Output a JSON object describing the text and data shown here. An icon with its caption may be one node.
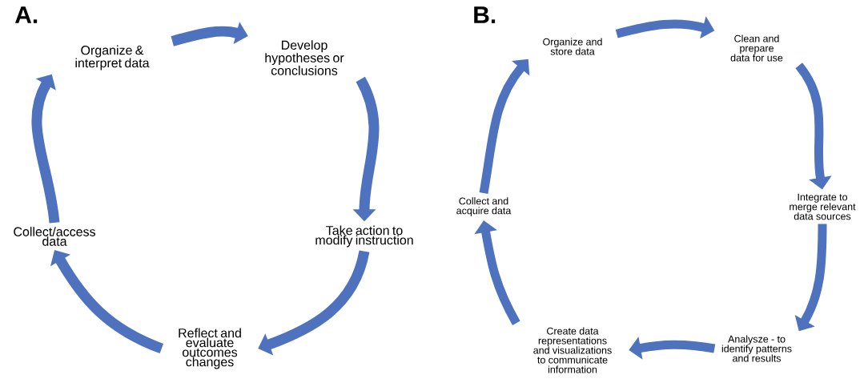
{
  "diagram": {
    "nodes": [
      {
        "text": [
          "Organize & interpret data"
        ]
      },
      {
        "text": [
          "Develop hypotheses or conclusions"
        ]
      },
      {
        "text": [
          "Take action to modify instruction"
        ]
      },
      {
        "text": [
          "Reflect and evaluate outcomes changes"
        ]
      },
      {
        "text": [
          "Collect/access data"
        ]
      },
      {
        "text": [
          "Organize and store data"
        ]
      },
      {
        "text": [
          "Clean and prepare data for use"
        ]
      },
      {
        "text": [
          "Integrate to merge relevant data sources"
        ]
      },
      {
        "text": [
          "Analysze - to identify patterns and results"
        ]
      },
      {
        "text": [
          "Create data representations and visualizations to communicate information"
        ]
      },
      {
        "text": [
          "Collect and acquire data"
        ]
      }
    ],
    "edges": [
      {
        "from": 0,
        "to": 1,
        "arrow": "to"
      },
      {
        "from": 1,
        "to": 2,
        "arrow": "to"
      },
      {
        "from": 2,
        "to": 3,
        "arrow": "to"
      },
      {
        "from": 3,
        "to": 4,
        "arrow": "to"
      },
      {
        "from": 4,
        "to": 0,
        "arrow": "to"
      },
      {
        "from": 5,
        "to": 6,
        "arrow": "to"
      },
      {
        "from": 6,
        "to": 7,
        "arrow": "to"
      },
      {
        "from": 7,
        "to": 8,
        "arrow": "to"
      },
      {
        "from": 8,
        "to": 9,
        "arrow": "to"
      },
      {
        "from": 9,
        "to": 10,
        "arrow": "to"
      },
      {
        "from": 10,
        "to": 5,
        "arrow": "to"
      }
    ],
    "labels": [
      "A.",
      "B."
    ]
  }
}
